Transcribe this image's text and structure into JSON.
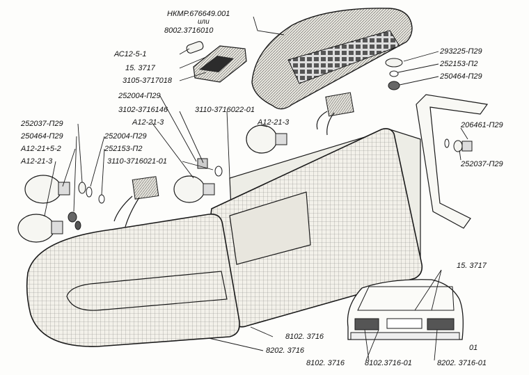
{
  "labels": {
    "stoplight_code_1": "НКМР.676649.001",
    "stoplight_or": "или",
    "stoplight_code_2": "8002.3716010",
    "lamp_ac12": "АС12-5-1",
    "plate_lamp": "15. 3717",
    "plate_lamp_housing": "3105-3717018",
    "washer_293225": "293225-П29",
    "washer_252153_top": "252153-П2",
    "nut_250464_top": "250464-П29",
    "nut_252004_mid": "252004-П29",
    "socket_3102": "3102-3716146",
    "socket_3110_01": "3110-3716022-01",
    "lamp_a12_21_3_top": "А12-21-3",
    "washer_252037_left": "252037-П29",
    "nut_250464_left": "250464-П29",
    "lamp_a12_21_5_2": "А12-21+5-2",
    "lamp_a12_21_3_left": "А12-21-3",
    "nut_252004_left": "252004-П29",
    "lamp_a12_21_3_mid": "А12-21-3",
    "washer_252153_left": "252153-П2",
    "socket_3110_021": "3110-3716021-01",
    "bolt_206461": "206461-П29",
    "washer_252037_right": "252037-П29",
    "plate_lamp_car": "15. 3717",
    "lamp_8102_inner": "8102. 3716",
    "lamp_8202_outer": "8202. 3716",
    "car_code_01": "01",
    "car_8102": "8102. 3716",
    "car_8102_01": "8102.3716-01",
    "car_8202_01": "8202. 3716-01"
  },
  "colors": {
    "line": "#1a1a1a",
    "lens_fill": "#f1efe8",
    "dark": "#3a3a3a"
  }
}
